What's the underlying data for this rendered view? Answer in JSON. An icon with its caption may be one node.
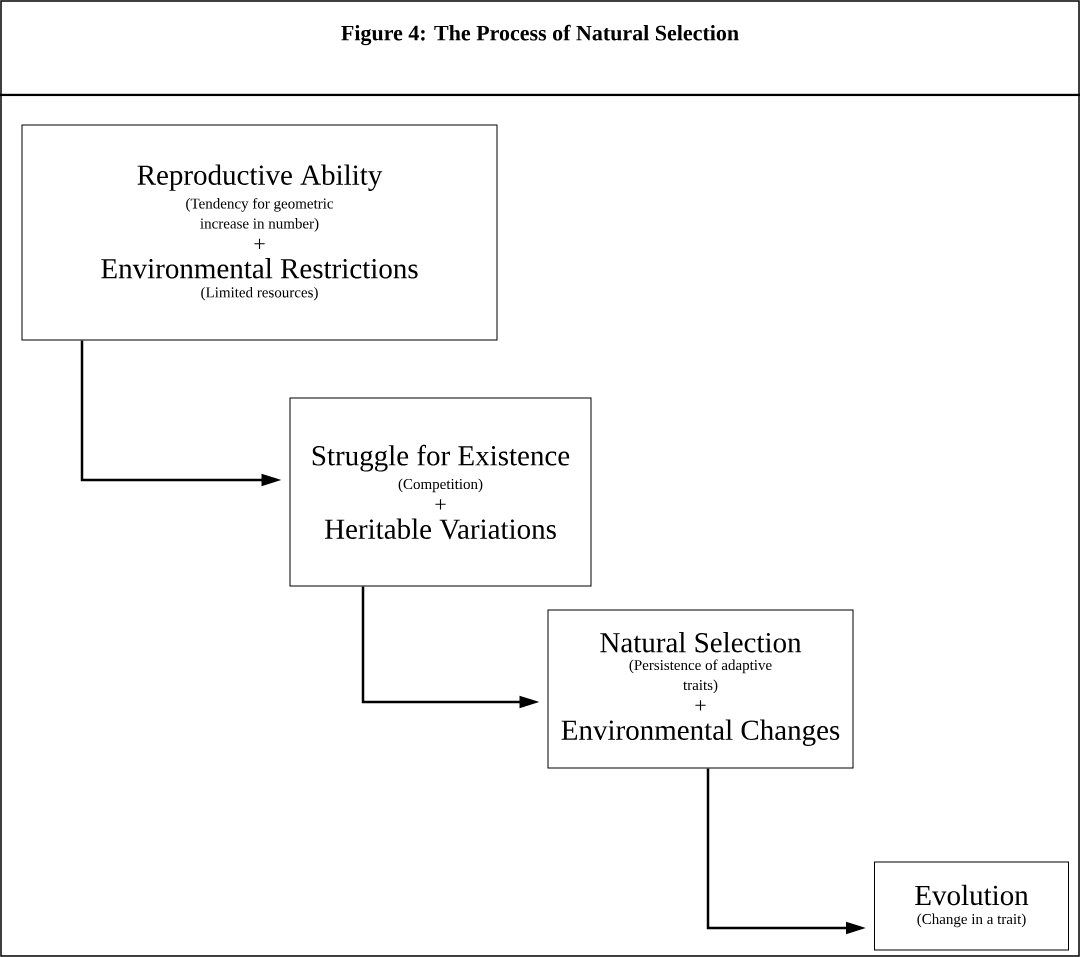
{
  "diagram": {
    "title": "Figure 4:  The Process of Natural Selection",
    "nodes": [
      {
        "text": [
          "Reproductive Ability",
          "(Tendency for geometric increase in number)",
          "+",
          "Environmental Restrictions",
          "(Limited resources)"
        ]
      },
      {
        "text": [
          "Struggle for Existence",
          "(Competition)",
          "+",
          "Heritable Variations"
        ]
      },
      {
        "text": [
          "Natural Selection",
          "(Persistence of adaptive traits)",
          "+",
          "Environmental Changes"
        ]
      },
      {
        "text": [
          "Evolution",
          "(Change in a trait)"
        ]
      }
    ],
    "edges": [
      {
        "from": 0,
        "to": 1,
        "arrow": "to"
      },
      {
        "from": 1,
        "to": 2,
        "arrow": "to"
      },
      {
        "from": 2,
        "to": 3,
        "arrow": "to"
      }
    ]
  }
}
